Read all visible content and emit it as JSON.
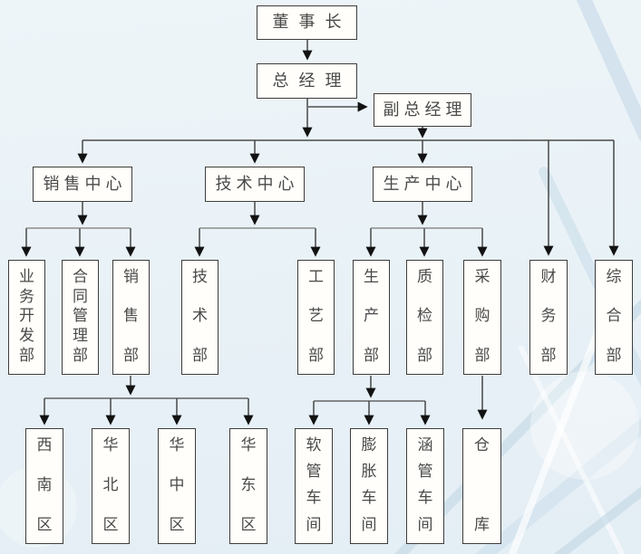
{
  "nodes": {
    "chairman": "董事长",
    "general_manager": "总经理",
    "deputy_general_manager": "副总经理",
    "sales_center": "销售中心",
    "tech_center": "技术中心",
    "production_center": "生产中心",
    "business_dev_dept": "业务开发部",
    "contract_mgmt_dept": "合同管理部",
    "sales_dept": "销售部",
    "tech_dept": "技术部",
    "process_dept": "工艺部",
    "production_dept": "生产部",
    "quality_dept": "质检部",
    "purchasing_dept": "采购部",
    "finance_dept": "财务部",
    "general_affairs_dept": "综合部",
    "region_southwest": "西南区",
    "region_north": "华北区",
    "region_central": "华中区",
    "region_east": "华东区",
    "hose_workshop": "软管车间",
    "expansion_workshop": "膨胀车间",
    "culvert_workshop": "涵管车间",
    "warehouse": "仓库"
  },
  "colors": {
    "background": "#e8f1f6",
    "box_fill": "#fffefa",
    "box_border": "#3d3d3d",
    "text": "#4a4a4a",
    "stem_line": "#2e2e2e",
    "rail_line": "#7a7a7a",
    "arrowhead": "#121212"
  }
}
